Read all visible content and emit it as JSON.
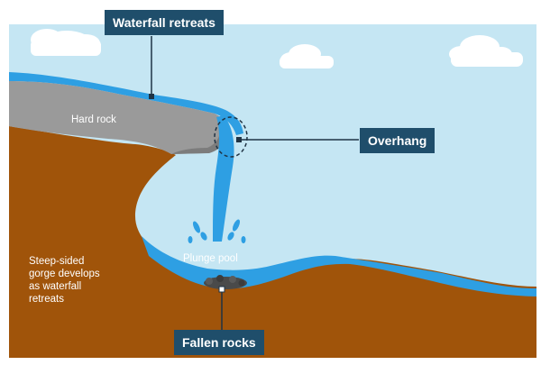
{
  "colors": {
    "sky": "#c5e6f3",
    "water": "#2e9fe3",
    "hard_rock": "#9a9a9a",
    "soft_rock": "#a0540a",
    "cloud": "#ffffff",
    "callout_bg": "#1f4e6b",
    "callout_text": "#ffffff"
  },
  "callouts": {
    "waterfall_retreats": "Waterfall retreats",
    "overhang": "Overhang",
    "fallen_rocks": "Fallen rocks"
  },
  "labels": {
    "hard_rock": "Hard rock",
    "plunge_pool": "Plunge pool",
    "gorge_line1": "Steep-sided",
    "gorge_line2": "gorge develops",
    "gorge_line3": "as waterfall",
    "gorge_line4": "retreats"
  }
}
